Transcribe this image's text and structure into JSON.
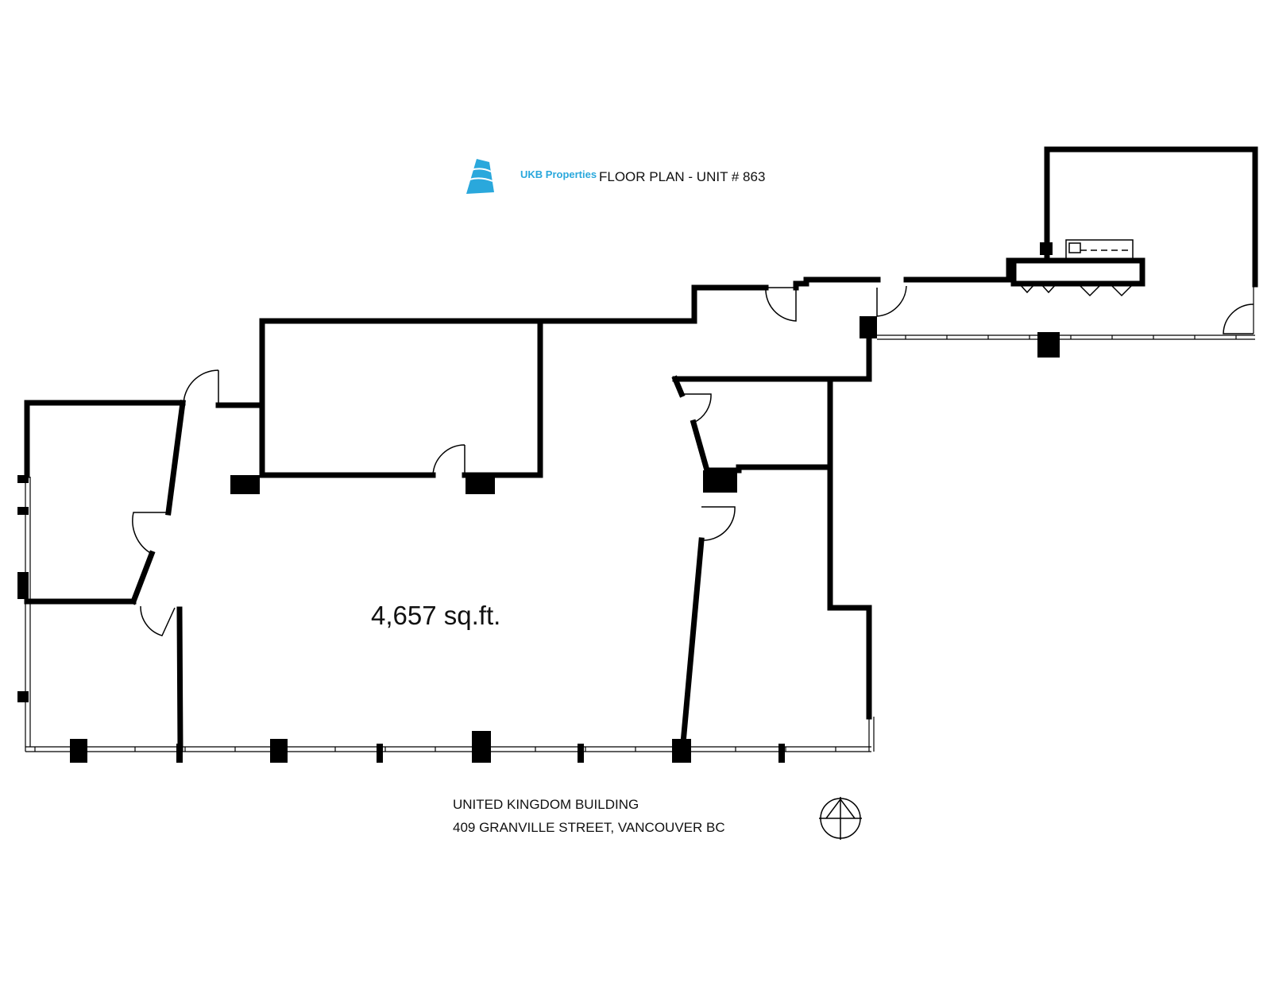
{
  "brand": {
    "name": "UKB Properties",
    "color": "#2aa8dc"
  },
  "header": {
    "title": "FLOOR PLAN - UNIT # 863"
  },
  "plan": {
    "area_label": "4,657 sq.ft."
  },
  "footer": {
    "building_name": "UNITED KINGDOM BUILDING",
    "address": "409 GRANVILLE STREET, VANCOUVER BC"
  },
  "icons": {
    "logo": "ukb-building-logo-icon",
    "north_arrow": "north-arrow-icon"
  }
}
